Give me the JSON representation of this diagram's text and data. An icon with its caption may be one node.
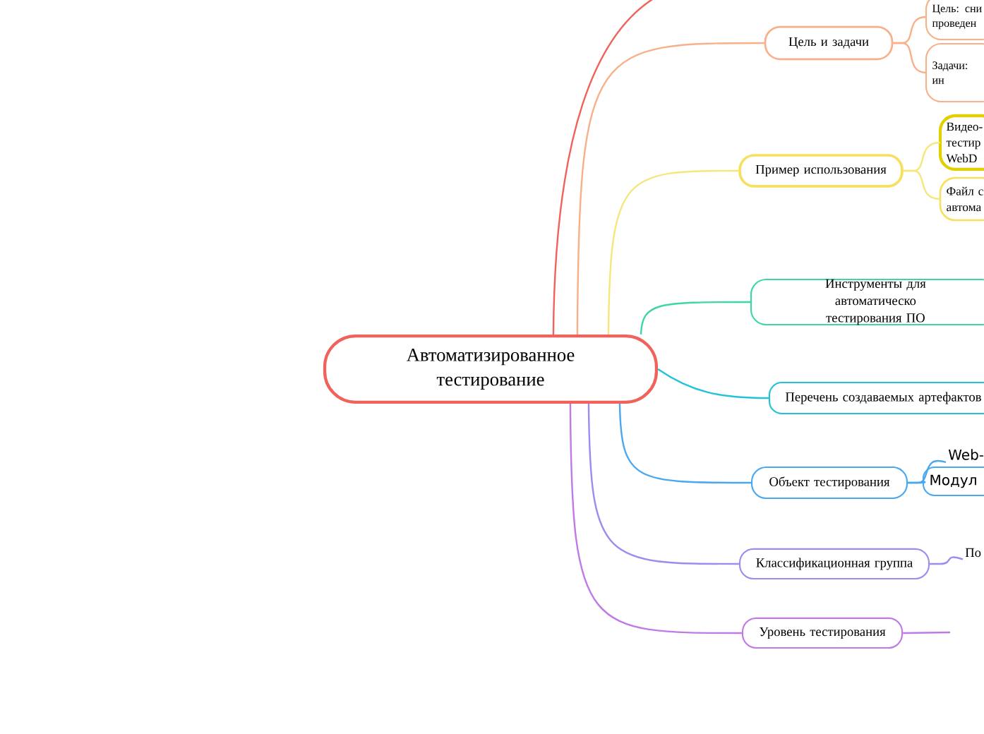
{
  "diagram": {
    "nodes": [
      {
        "text": [
          "Автоматизированное тестирование"
        ]
      },
      {
        "text": [
          "Цель и задачи"
        ]
      },
      {
        "text": [
          "Цель: сни проведен"
        ]
      },
      {
        "text": [
          "Задачи: ин"
        ]
      },
      {
        "text": [
          "Пример использования"
        ]
      },
      {
        "text": [
          "Видео- тестир WebD"
        ]
      },
      {
        "text": [
          "Файл с автома"
        ]
      },
      {
        "text": [
          "Инструменты для автоматическо тестирования ПО"
        ]
      },
      {
        "text": [
          "Перечень создаваемых артефактов"
        ]
      },
      {
        "text": [
          "Объект тестирования"
        ]
      },
      {
        "text": [
          "Web-"
        ]
      },
      {
        "text": [
          "Модул"
        ]
      },
      {
        "text": [
          "Классификационная группа"
        ]
      },
      {
        "text": [
          "По"
        ]
      },
      {
        "text": [
          "Уровень тестирования"
        ]
      }
    ],
    "edges": [
      {
        "from": 0,
        "to": null,
        "arrow": "none",
        "color": "#f0625a"
      },
      {
        "from": 0,
        "to": 1,
        "arrow": "none",
        "color": "#f8b088"
      },
      {
        "from": 0,
        "to": 4,
        "arrow": "none",
        "color": "#f5e77a"
      },
      {
        "from": 0,
        "to": 7,
        "arrow": "none",
        "color": "#3dd6a8"
      },
      {
        "from": 0,
        "to": 8,
        "arrow": "none",
        "color": "#22c3d8"
      },
      {
        "from": 0,
        "to": 9,
        "arrow": "none",
        "color": "#4aa8f0"
      },
      {
        "from": 0,
        "to": 12,
        "arrow": "none",
        "color": "#a08af0"
      },
      {
        "from": 0,
        "to": 14,
        "arrow": "none",
        "color": "#c07ae8"
      },
      {
        "from": 1,
        "to": 2,
        "arrow": "none",
        "color": "#f8b088"
      },
      {
        "from": 1,
        "to": 3,
        "arrow": "none",
        "color": "#f8b088"
      },
      {
        "from": 4,
        "to": 5,
        "arrow": "none",
        "color": "#f5e77a"
      },
      {
        "from": 4,
        "to": 6,
        "arrow": "none",
        "color": "#f5e77a"
      },
      {
        "from": 9,
        "to": 10,
        "arrow": "none",
        "color": "#4aa8f0"
      },
      {
        "from": 9,
        "to": 11,
        "arrow": "none",
        "color": "#4aa8f0"
      },
      {
        "from": 12,
        "to": 13,
        "arrow": "none",
        "color": "#a08af0"
      },
      {
        "from": 14,
        "to": null,
        "arrow": "none",
        "color": "#c07ae8"
      }
    ]
  }
}
